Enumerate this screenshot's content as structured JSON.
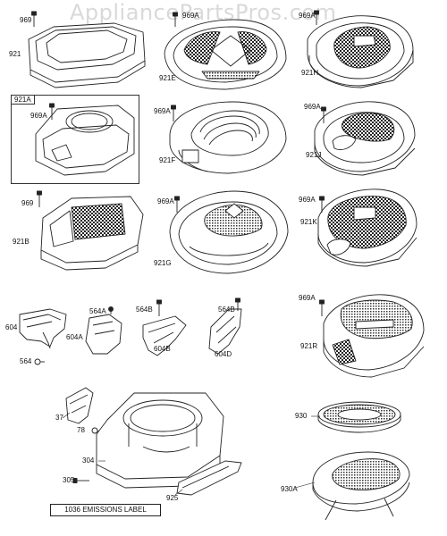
{
  "watermark": "AppliancePartsPros.com",
  "labels": {
    "l969": "969",
    "l921": "921",
    "l969a_top": "969A",
    "l969a_th": "969A",
    "l921e": "921E",
    "l921h": "921H",
    "l921a_tag": "921A",
    "l969a_inset": "969A",
    "l969a_f": "969A",
    "l921f": "921F",
    "l969a_j": "969A",
    "l921j": "921J",
    "l969_b": "969",
    "l921b": "921B",
    "l969a_g": "969A",
    "l921g": "921G",
    "l969a_k": "969A",
    "l921k": "921K",
    "l604": "604",
    "l564": "564",
    "l604a": "604A",
    "l564a": "564A",
    "l564b_1": "564B",
    "l604b": "604B",
    "l564b_2": "564B",
    "l604d": "604D",
    "l969a_r": "969A",
    "l921r": "921R",
    "l37": "37",
    "l78": "78",
    "l304": "304",
    "l305": "305",
    "l925": "925",
    "l930": "930",
    "l930a": "930A",
    "emissions": "1036 EMISSIONS LABEL"
  }
}
